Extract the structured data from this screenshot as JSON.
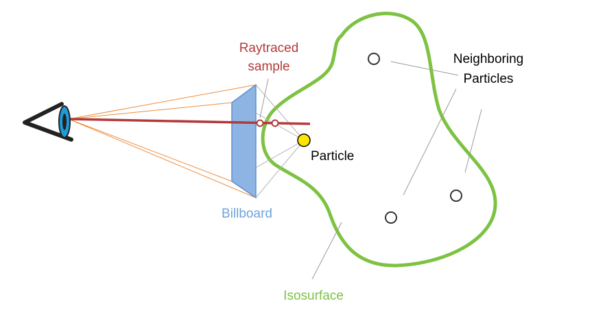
{
  "labels": {
    "raytraced_sample_line1": "Raytraced",
    "raytraced_sample_line2": "sample",
    "neighboring_particles_line1": "Neighboring",
    "neighboring_particles_line2": "Particles",
    "particle": "Particle",
    "billboard": "Billboard",
    "isosurface": "Isosurface"
  },
  "colors": {
    "isosurface": "#7dc242",
    "ray": "#b33a3a",
    "billboard_fill": "#8db4e2",
    "billboard_stroke": "#5b8fcf",
    "billboard_label": "#6fa3dc",
    "frustum": "#ee8c3c",
    "particle_fill": "#ffe600",
    "eye_iris": "#1e9bd7",
    "leader": "#999999",
    "text": "#000000"
  }
}
